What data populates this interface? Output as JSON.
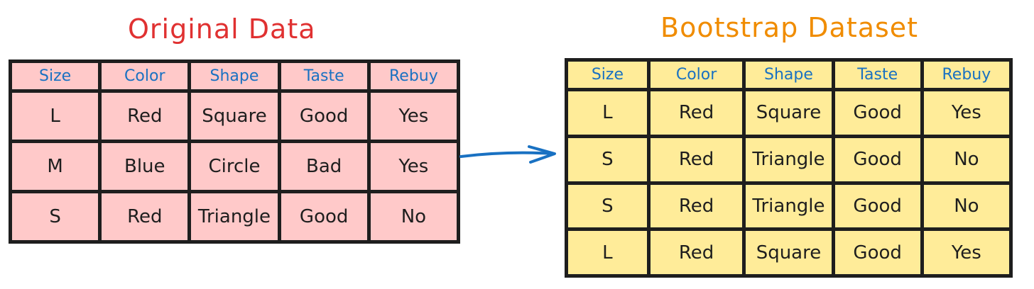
{
  "colors": {
    "original_title": "#e03131",
    "bootstrap_title": "#f08c00",
    "header_text": "#1971c2",
    "original_fill": "#ffc9c9",
    "bootstrap_fill": "#ffec99",
    "arrow": "#1971c2",
    "border": "#1e1e1e"
  },
  "original": {
    "title": "Original Data",
    "headers": [
      "Size",
      "Color",
      "Shape",
      "Taste",
      "Rebuy"
    ],
    "rows": [
      [
        "L",
        "Red",
        "Square",
        "Good",
        "Yes"
      ],
      [
        "M",
        "Blue",
        "Circle",
        "Bad",
        "Yes"
      ],
      [
        "S",
        "Red",
        "Triangle",
        "Good",
        "No"
      ]
    ]
  },
  "bootstrap": {
    "title": "Bootstrap Dataset",
    "headers": [
      "Size",
      "Color",
      "Shape",
      "Taste",
      "Rebuy"
    ],
    "rows": [
      [
        "L",
        "Red",
        "Square",
        "Good",
        "Yes"
      ],
      [
        "S",
        "Red",
        "Triangle",
        "Good",
        "No"
      ],
      [
        "S",
        "Red",
        "Triangle",
        "Good",
        "No"
      ],
      [
        "L",
        "Red",
        "Square",
        "Good",
        "Yes"
      ]
    ]
  }
}
